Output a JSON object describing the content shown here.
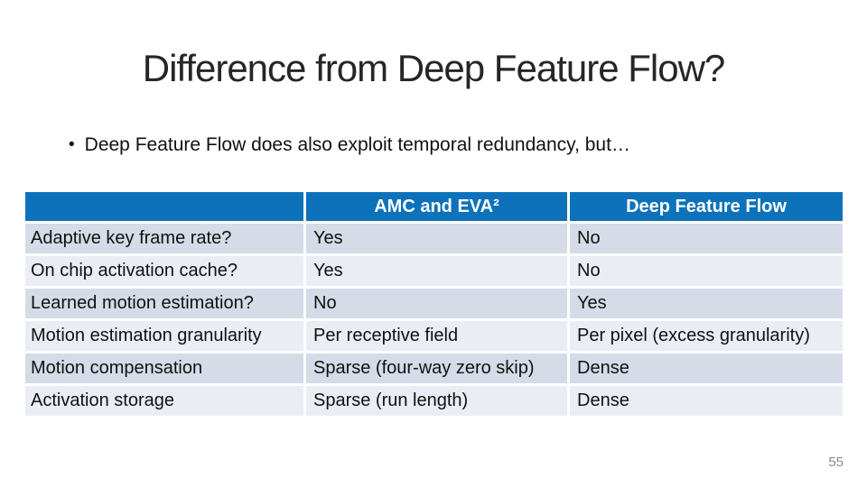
{
  "slide": {
    "title": "Difference from Deep Feature Flow?",
    "bullet_glyph": "•",
    "bullet": "Deep Feature Flow does also exploit temporal redundancy, but…",
    "page_number": "55"
  },
  "table": {
    "columns": [
      "",
      "AMC and EVA²",
      "Deep Feature Flow"
    ],
    "rows": [
      {
        "label": "Adaptive key frame rate?",
        "amc": "Yes",
        "dff": "No"
      },
      {
        "label": "On chip activation cache?",
        "amc": "Yes",
        "dff": "No"
      },
      {
        "label": "Learned motion estimation?",
        "amc": "No",
        "dff": "Yes"
      },
      {
        "label": "Motion estimation granularity",
        "amc": "Per receptive field",
        "dff": "Per pixel (excess granularity)"
      },
      {
        "label": "Motion compensation",
        "amc": "Sparse (four-way zero skip)",
        "dff": "Dense"
      },
      {
        "label": "Activation storage",
        "amc": "Sparse (run length)",
        "dff": "Dense"
      }
    ]
  },
  "colors": {
    "header_bg": "#0d72ba",
    "header_text": "#ffffff",
    "row_band_dark": "#d5dbe7",
    "row_band_light": "#eaedf4",
    "body_text": "#111111",
    "title_text": "#262626",
    "page_number_text": "#8a8a8a",
    "background": "#ffffff"
  }
}
